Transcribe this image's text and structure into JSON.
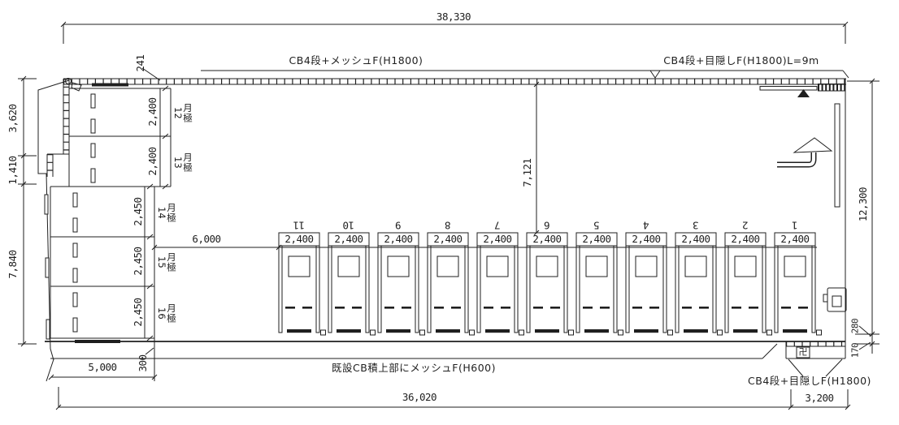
{
  "colors": {
    "ink": "#1f1f1f",
    "paper": "#ffffff"
  },
  "drawing": {
    "title_hint": "parking site plan",
    "dims": {
      "overall_top": "38,330",
      "fence_offset": "241",
      "left_upper": "3,620",
      "left_mid": "1,410",
      "left_lower": "7,840",
      "aisle_depth": "7,121",
      "aisle_width": "6,000",
      "right_overall": "12,300",
      "right_offset_a": "280",
      "right_offset_b": "170",
      "bottom_left_width": "5,000",
      "bottom_left_gap": "300",
      "bottom_overall": "36,020",
      "bottom_right": "3,200"
    },
    "fence_labels": {
      "top_mesh": "CB4段+メッシュF(H1800)",
      "top_privacy": "CB4段+目隠しF(H1800)L=9m",
      "bottom_existing": "既設CB積上部にメッシュF(H600)",
      "bottom_privacy": "CB4段+目隠しF(H1800)"
    },
    "symbols": {
      "manji": "卍"
    },
    "side_rows": [
      {
        "number": "12",
        "type": "月極",
        "dim": "2,400"
      },
      {
        "number": "13",
        "type": "月極",
        "dim": "2,400"
      },
      {
        "number": "14",
        "type": "月極",
        "dim": "2,450"
      },
      {
        "number": "15",
        "type": "月極",
        "dim": "2,450"
      },
      {
        "number": "16",
        "type": "月極",
        "dim": "2,450"
      }
    ],
    "stalls": [
      {
        "number": "11",
        "dim": "2,400"
      },
      {
        "number": "10",
        "dim": "2,400"
      },
      {
        "number": "9",
        "dim": "2,400"
      },
      {
        "number": "8",
        "dim": "2,400"
      },
      {
        "number": "7",
        "dim": "2,400"
      },
      {
        "number": "6",
        "dim": "2,400"
      },
      {
        "number": "5",
        "dim": "2,400"
      },
      {
        "number": "4",
        "dim": "2,400"
      },
      {
        "number": "3",
        "dim": "2,400"
      },
      {
        "number": "2",
        "dim": "2,400"
      },
      {
        "number": "1",
        "dim": "2,400"
      }
    ]
  }
}
